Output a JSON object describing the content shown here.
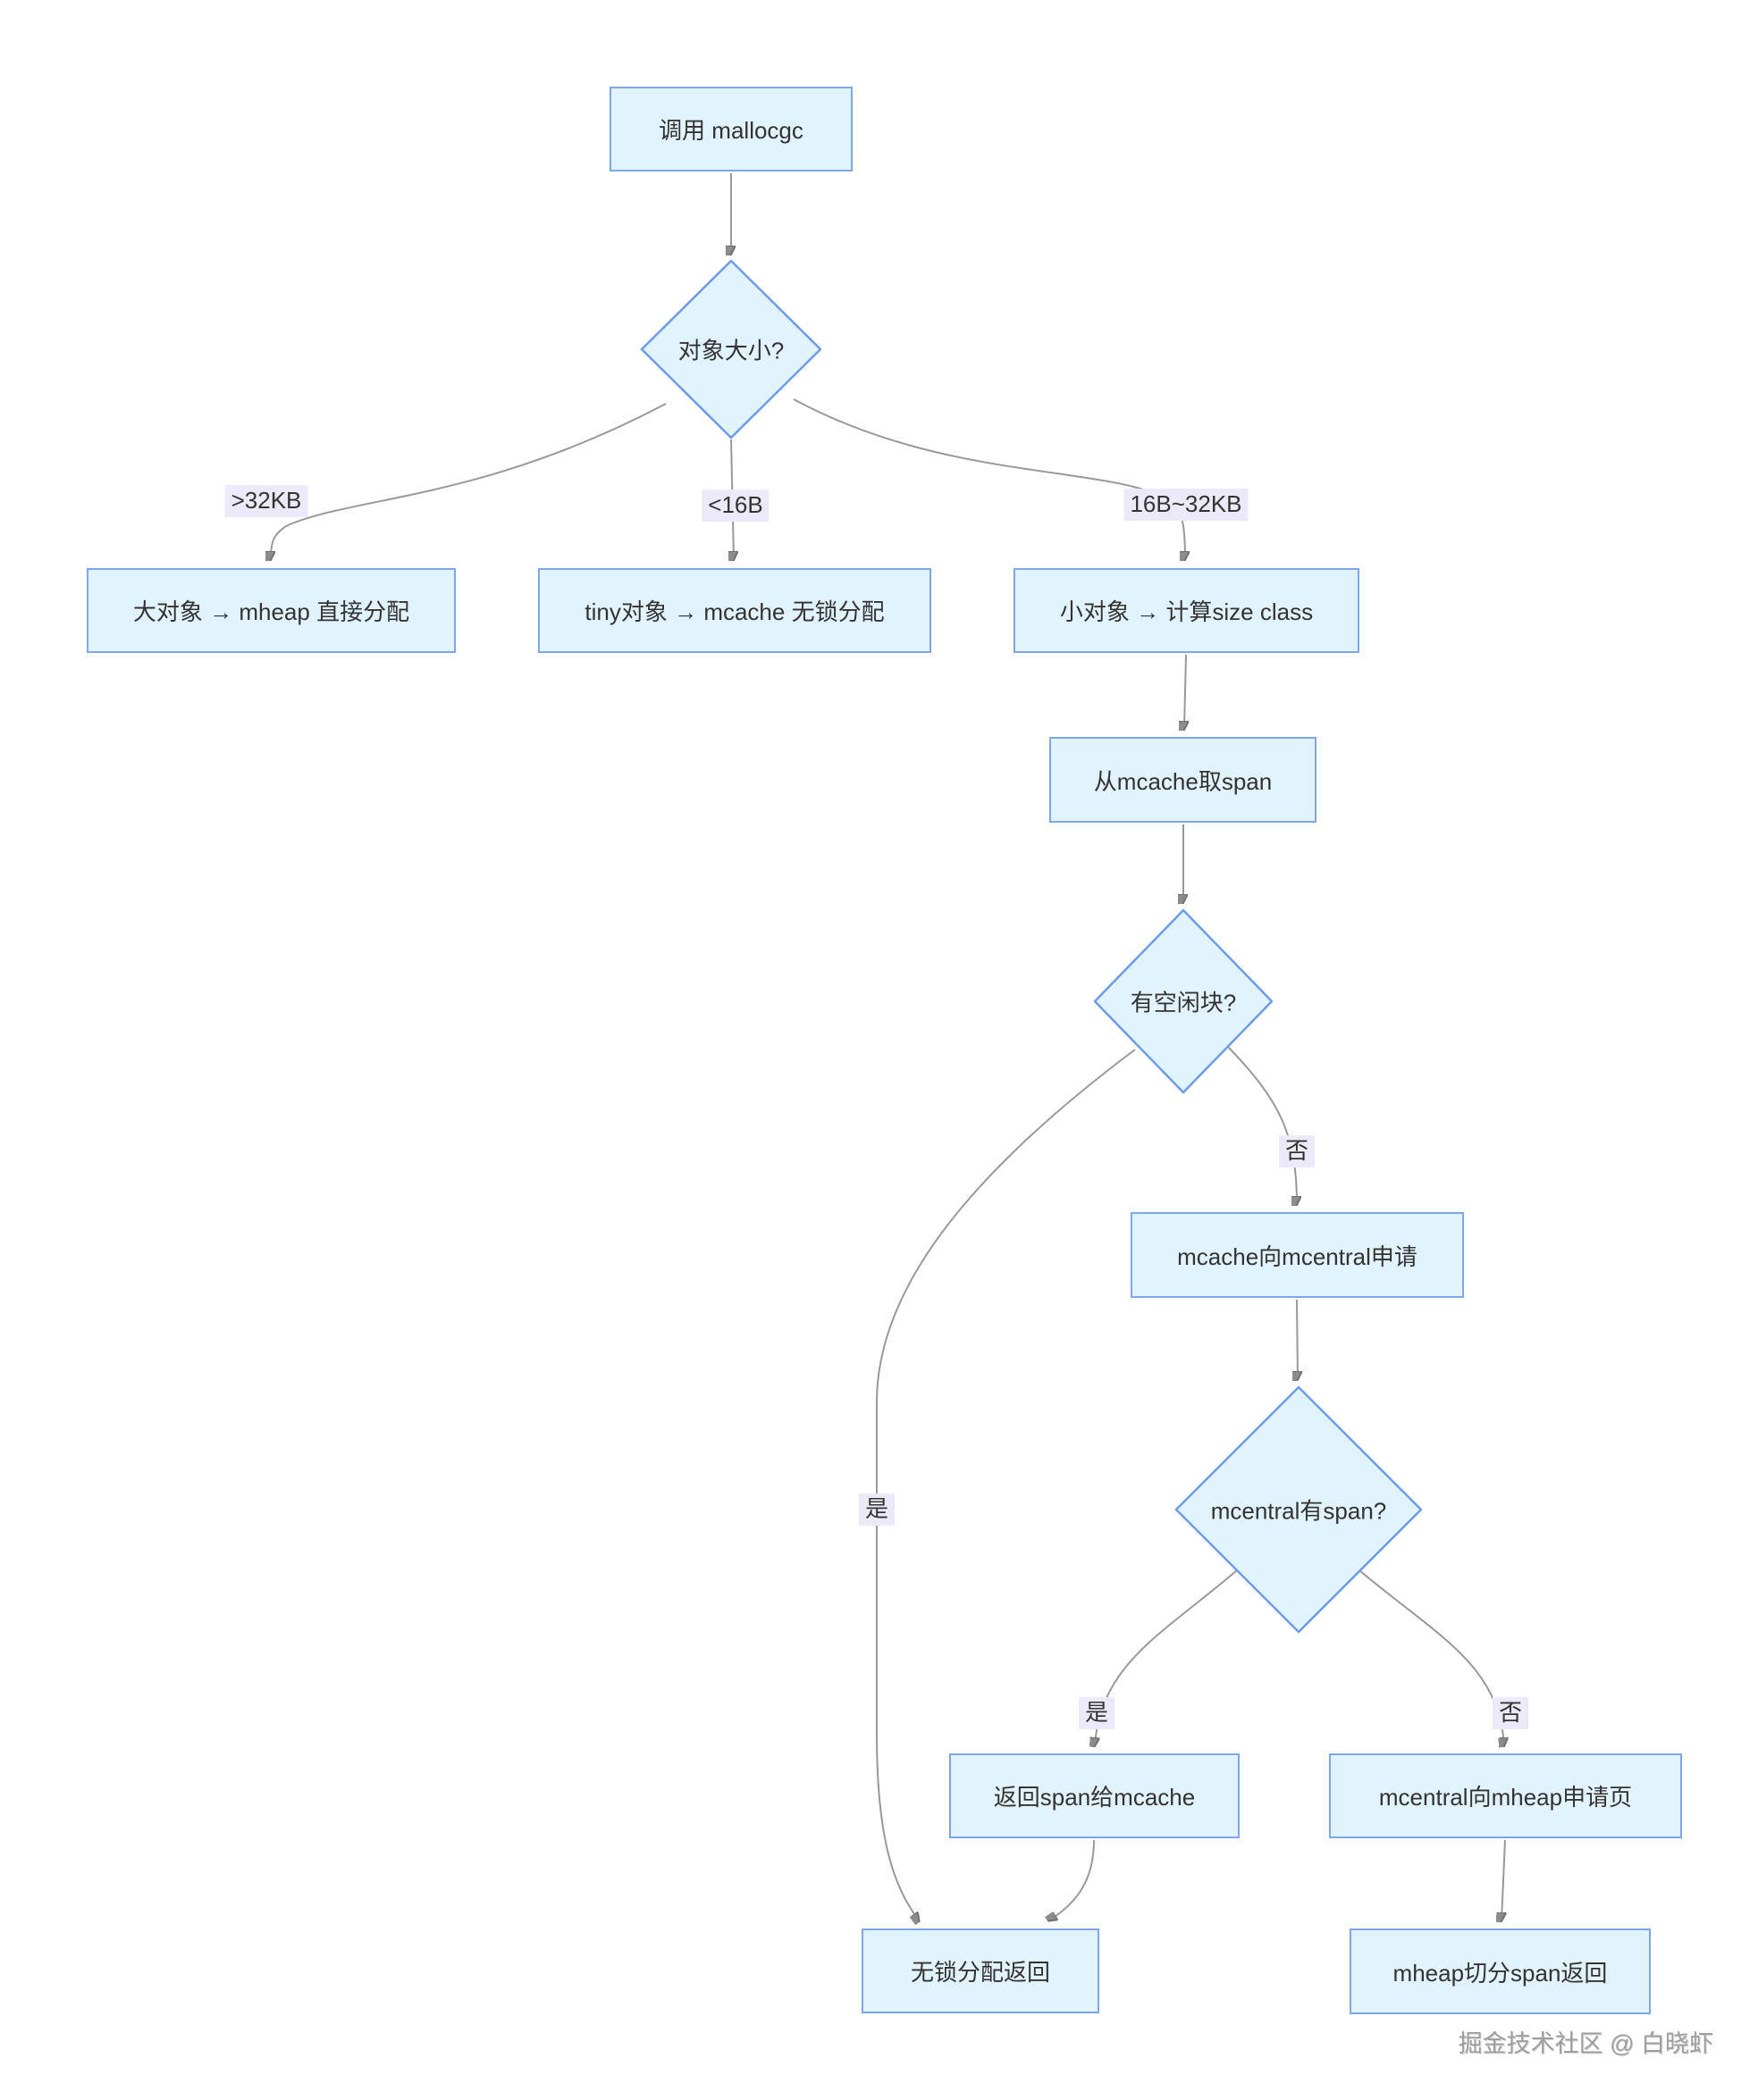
{
  "diagram": {
    "nodes": {
      "call": {
        "label": "调用 mallocgc"
      },
      "size_decision": {
        "label": "对象大小?"
      },
      "big": {
        "label": "大对象 → mheap 直接分配"
      },
      "tiny": {
        "label": "tiny对象 → mcache 无锁分配"
      },
      "small": {
        "label": "小对象 → 计算size class"
      },
      "get_span": {
        "label": "从mcache取span"
      },
      "free_decision": {
        "label": "有空闲块?"
      },
      "ask_central": {
        "label": "mcache向mcentral申请"
      },
      "central_decision": {
        "label": "mcentral有span?"
      },
      "ret_span": {
        "label": "返回span给mcache"
      },
      "ask_heap": {
        "label": "mcentral向mheap申请页"
      },
      "lock_free": {
        "label": "无锁分配返回"
      },
      "split_span": {
        "label": "mheap切分span返回"
      }
    },
    "edge_labels": {
      "gt32": ">32KB",
      "lt16": "<16B",
      "mid": "16B~32KB",
      "no1": "否",
      "yes1": "是",
      "yes2": "是",
      "no2": "否"
    },
    "colors": {
      "node_fill": "#e1f3fd",
      "node_stroke": "#7ea6e8",
      "diamond_stroke": "#6e9be8",
      "edge": "#999999",
      "arrowhead": "#8c8c8c",
      "label_bg": "#eceaf8",
      "text": "#333333",
      "watermark_text_color": "#9e9e9e"
    },
    "watermark": "掘金技术社区 @ 白晓虾"
  }
}
